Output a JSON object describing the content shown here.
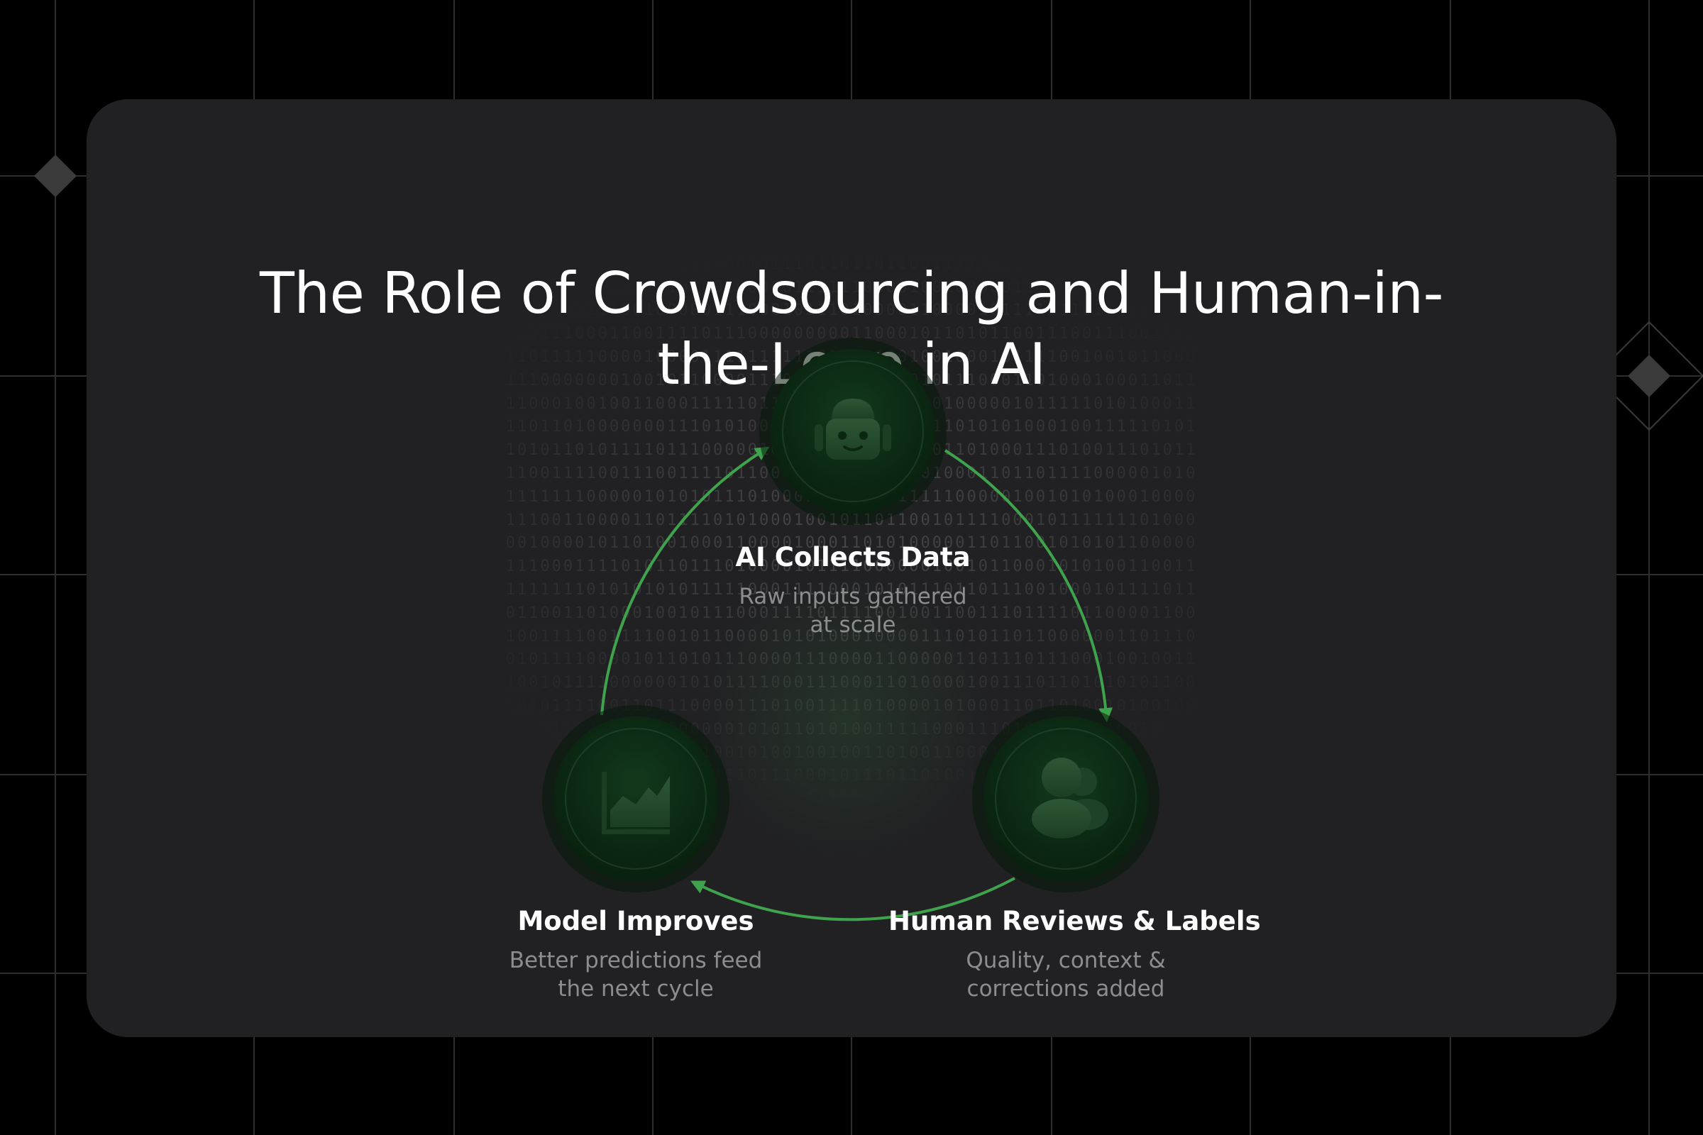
{
  "title": "The Role of Crowdsourcing and Human-in-the-Loop in AI",
  "colors": {
    "accent": "#3fa34d",
    "background": "#000000",
    "card": "#212023",
    "node": "#0b2712"
  },
  "steps": [
    {
      "title": "AI Collects Data",
      "description": "Raw inputs gathered at scale",
      "icon": "robot-icon"
    },
    {
      "title": "Human Reviews & Labels",
      "description": "Quality, context & corrections added",
      "icon": "users-icon"
    },
    {
      "title": "Model Improves",
      "description": "Better predictions feed the next cycle",
      "icon": "area-chart-icon"
    }
  ]
}
